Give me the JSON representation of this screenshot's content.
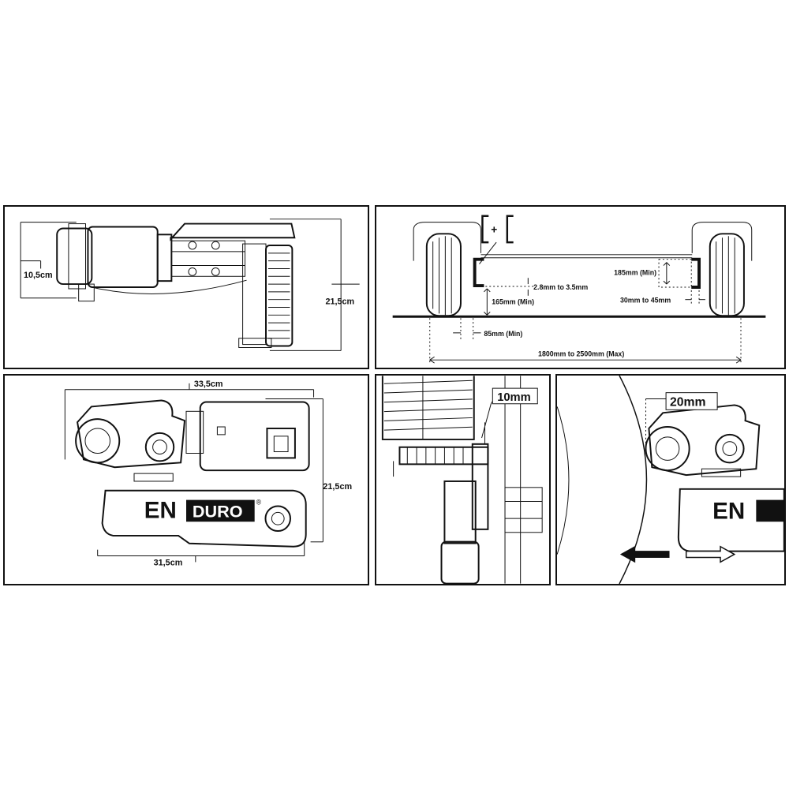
{
  "panels": {
    "top_left": {
      "width_label": "10,5cm",
      "height_label": "21,5cm"
    },
    "top_right": {
      "bracket_symbol": "[+[",
      "plus_label": "+",
      "gap_label": "2.8mm to 3.5mm",
      "height_min_label": "165mm (Min)",
      "clearance_min_label": "185mm (Min)",
      "offset_label": "30mm to 45mm",
      "tyre_gap_label": "85mm (Min)",
      "track_label": "1800mm to 2500mm (Max)"
    },
    "bottom_left": {
      "length_label": "33,5cm",
      "height_label": "21,5cm",
      "base_label": "31,5cm",
      "brand_en": "EN",
      "brand_duro": "DURO",
      "brand_reg": "®"
    },
    "bottom_middle": {
      "gap_label": "10mm"
    },
    "bottom_right": {
      "gap_label": "20mm",
      "brand_partial": "EN"
    }
  },
  "colors": {
    "line": "#111111",
    "background": "#ffffff"
  }
}
